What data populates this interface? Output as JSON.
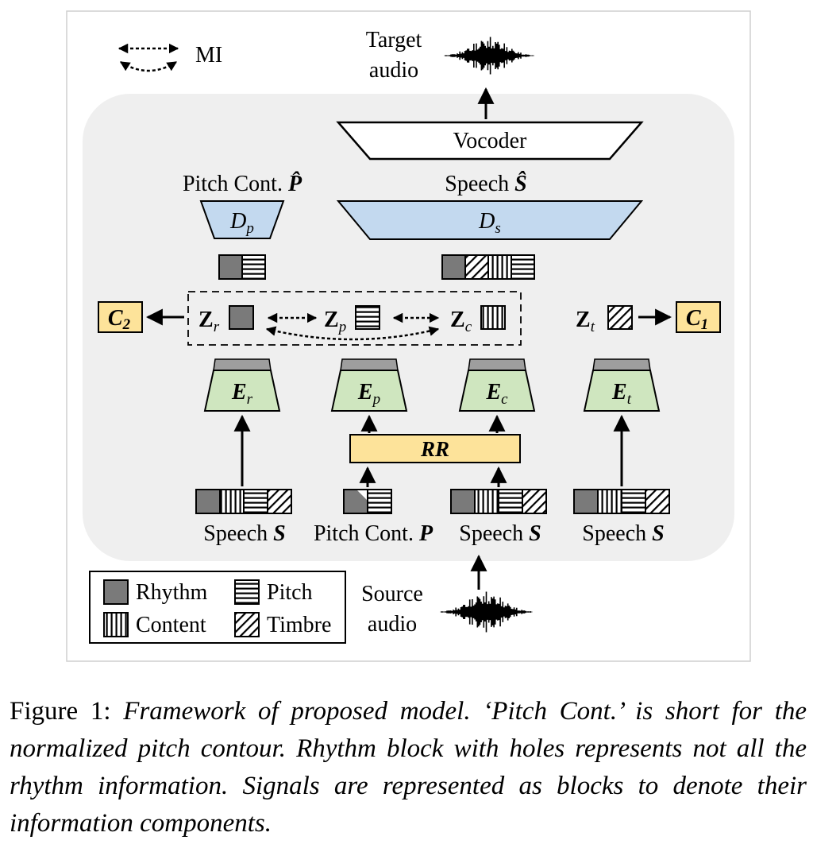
{
  "legend": {
    "mi": "MI",
    "rhythm": "Rhythm",
    "pitch": "Pitch",
    "content": "Content",
    "timbre": "Timbre"
  },
  "target": {
    "line1": "Target",
    "line2": "audio"
  },
  "source": {
    "line1": "Source",
    "line2": "audio"
  },
  "vocoder": "Vocoder",
  "outputs": {
    "pitch_prefix": "Pitch Cont. ",
    "pitch_symbol": "P̂",
    "speech_prefix": "Speech ",
    "speech_symbol": "Ŝ"
  },
  "decoders": {
    "dp_main": "D",
    "dp_sub": "p",
    "ds_main": "D",
    "ds_sub": "s"
  },
  "latents": {
    "z": "Z",
    "r": "r",
    "p": "p",
    "c": "c",
    "t": "t"
  },
  "classifiers": {
    "c2_main": "C",
    "c2_sub": "2",
    "c1_main": "C",
    "c1_sub": "1"
  },
  "encoders": {
    "e": "E",
    "r": "r",
    "p": "p",
    "c": "c",
    "t": "t"
  },
  "rr": "RR",
  "inputs": {
    "speech_prefix": "Speech ",
    "speech_symbol": "S",
    "pitch_prefix": "Pitch Cont. ",
    "pitch_symbol": "P"
  },
  "colors": {
    "panel": "#efefef",
    "decoder": "#c3d9ef",
    "encoder": "#cfe6bf",
    "encoder_cap": "#9e9e9e",
    "highlight": "#fde39a",
    "rhythm_block": "#7a7a7a"
  },
  "caption": {
    "label": "Figure 1: ",
    "body": "Framework of proposed model. ‘Pitch Cont.’ is short for the normalized pitch contour. Rhythm block with holes represents not all the rhythm information. Signals are represented as blocks to denote their information components."
  }
}
